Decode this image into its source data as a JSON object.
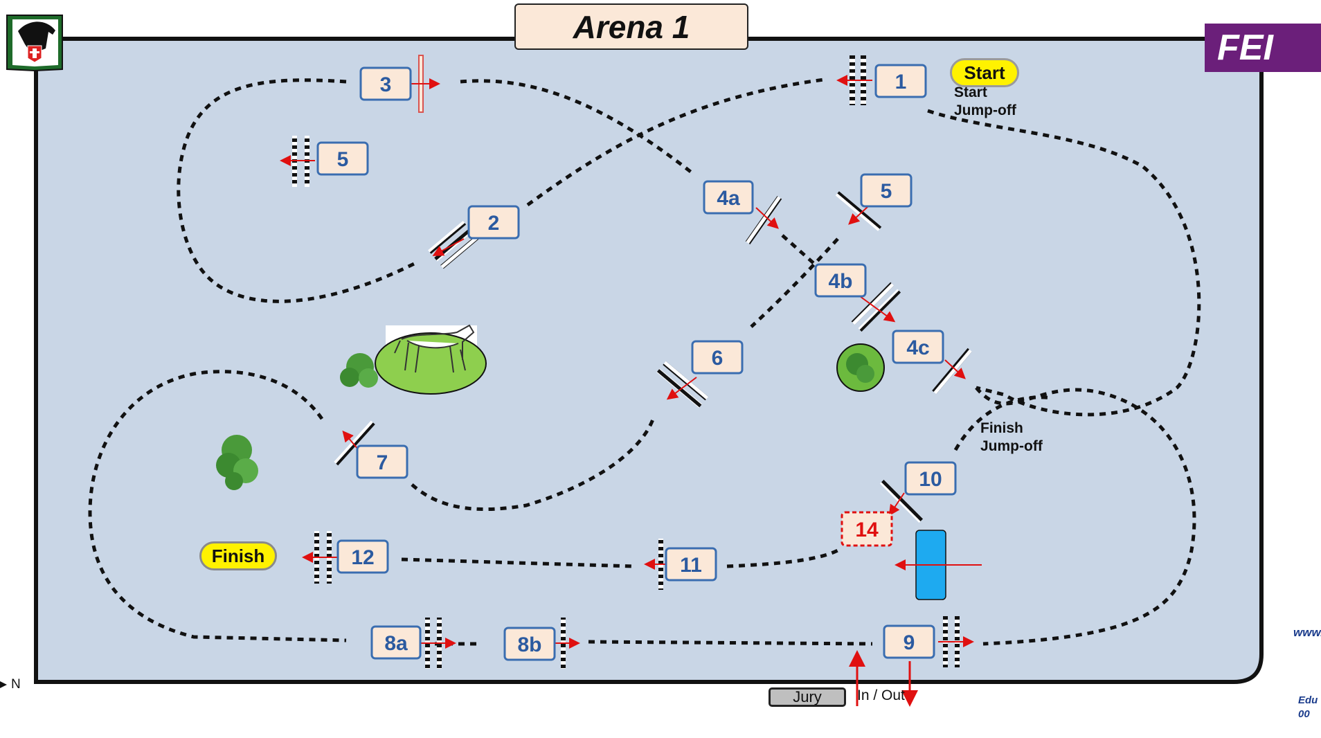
{
  "title": "Arena 1",
  "start_label": "Start",
  "start_jumpoff": [
    "Start",
    "Jump-off"
  ],
  "finish_label": "Finish",
  "finish_jumpoff": [
    "Finish",
    "Jump-off"
  ],
  "jury_label": "Jury",
  "in_out_label": "In / Out",
  "north_label": "N",
  "fei_logo_text": "FEI",
  "website_fragment": "www.",
  "footer_fragment": [
    "Edu",
    "00"
  ],
  "obstacles": [
    "1",
    "2",
    "3",
    "4a",
    "4b",
    "4c",
    "5",
    "5",
    "6",
    "7",
    "8a",
    "8b",
    "9",
    "10",
    "11",
    "12",
    "14"
  ],
  "colors": {
    "arena_fill": "#c9d6e6",
    "number_text": "#2b5aa0",
    "number_box_bg": "#fbe8d8",
    "number_box_border": "#3a6db0",
    "start_finish_fill": "#fff200",
    "optional_obstacle_text": "#e01010",
    "water_fill": "#1eaaf0",
    "fei_purple": "#6b1f7a"
  },
  "icons": [
    "slovak-federation-logo",
    "fei-logo",
    "horse-statue-icon",
    "bush-icon",
    "water-jump-icon"
  ]
}
